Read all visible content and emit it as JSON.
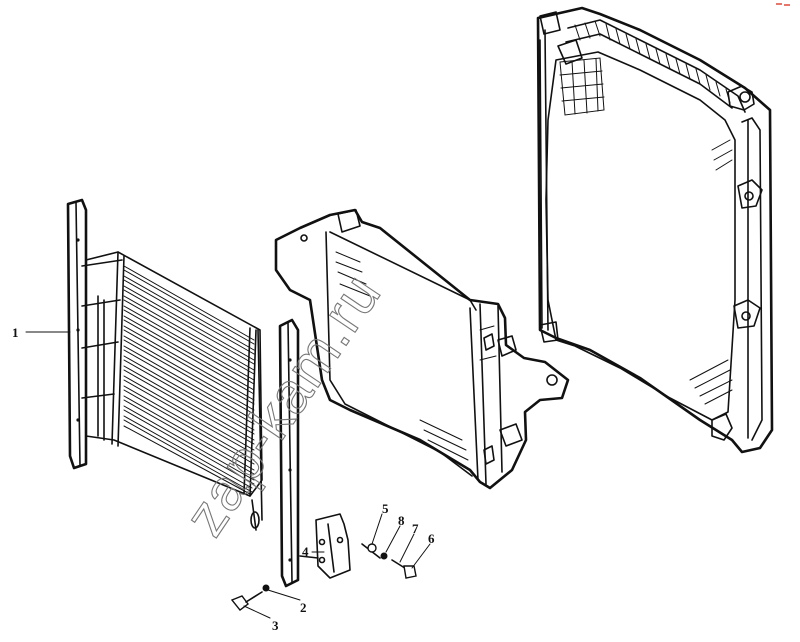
{
  "watermark": "zap-kam.ru",
  "callouts": {
    "c1": "1",
    "c2": "2",
    "c3": "3",
    "c4": "4",
    "c5": "5",
    "c6": "6",
    "c7": "7",
    "c8": "8"
  },
  "colors": {
    "line": "#111111",
    "background": "#ffffff",
    "watermark": "#777777",
    "corner_mark": "#e0483a"
  }
}
